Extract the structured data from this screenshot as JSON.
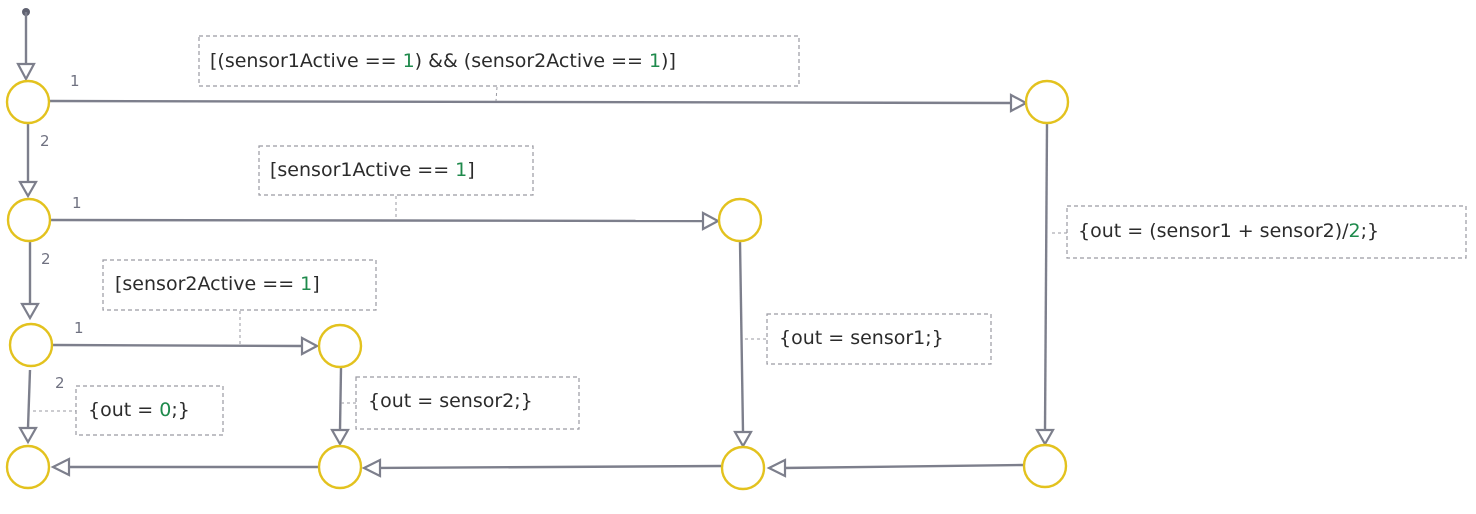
{
  "diagram": {
    "priorities": {
      "p1_top": "1",
      "p2_top": "2",
      "p1_mid": "1",
      "p2_mid": "2",
      "p1_low": "1",
      "p2_low": "2"
    },
    "conditions": {
      "both_active": {
        "a": "[(sensor1Active == ",
        "a_num": "1",
        "b": ") && (sensor2Active == ",
        "b_num": "1",
        "c": ")]"
      },
      "sensor1_active": {
        "a": "[sensor1Active == ",
        "a_num": "1",
        "b": "]"
      },
      "sensor2_active": {
        "a": "[sensor2Active == ",
        "a_num": "1",
        "b": "]"
      }
    },
    "actions": {
      "average": {
        "a": "{out = (sensor1 + sensor2)/",
        "a_num": "2",
        "b": ";}"
      },
      "sensor1": "{out = sensor1;}",
      "sensor2": "{out = sensor2;}",
      "zero": {
        "a": "{out = ",
        "a_num": "0",
        "b": ";}"
      }
    },
    "colors": {
      "junction_stroke": "#e3c21e",
      "edge": "#7d7f8c",
      "numeric_literal": "#1f8a4c"
    }
  }
}
